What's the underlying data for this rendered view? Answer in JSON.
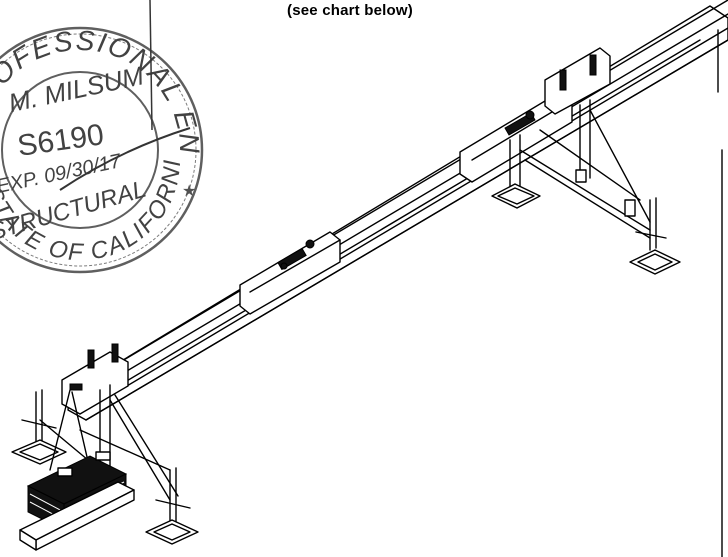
{
  "caption": "(see chart below)",
  "seal": {
    "arc_top": "PROFESSIONAL ENGINEER",
    "name": "M. MILSUM",
    "license": "S6190",
    "expiry": "EXP. 09/30/17",
    "discipline": "STRUCTURAL",
    "arc_bottom": "STATE OF CALIFORNIA"
  },
  "colors": {
    "ink": "#000000",
    "seal_ink": "#333333",
    "paper": "#ffffff"
  }
}
